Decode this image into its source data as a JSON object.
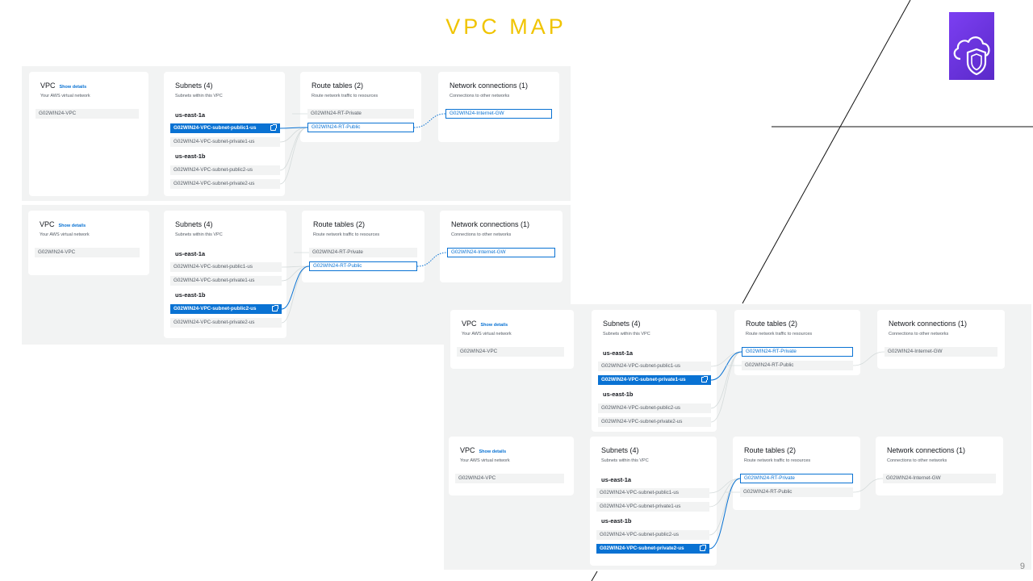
{
  "slide": {
    "title": "VPC MAP",
    "page_number": "9"
  },
  "colors": {
    "title": "#f0c400",
    "selected": "#0972d3",
    "panel_bg": "#f2f3f3",
    "logo": "#7c3ff2"
  },
  "logo": {
    "icon": "cloud-shield-icon"
  },
  "common": {
    "vpc_title": "VPC",
    "show_details": "Show details",
    "vpc_subtitle": "Your AWS virtual network",
    "vpc_name": "G02WIN24-VPC",
    "subnets_title": "Subnets (4)",
    "subnets_subtitle": "Subnets within this VPC",
    "az_a": "us-east-1a",
    "az_b": "us-east-1b",
    "subnet_public1": "G02WIN24-VPC-subnet-public1-us",
    "subnet_private1": "G02WIN24-VPC-subnet-private1-us",
    "subnet_public2": "G02WIN24-VPC-subnet-public2-us",
    "subnet_private2": "G02WIN24-VPC-subnet-private2-us",
    "route_tables_title": "Route tables (2)",
    "route_tables_subtitle": "Route network traffic to resources",
    "rt_private": "G02WIN24-RT-Private",
    "rt_public": "G02WIN24-RT-Public",
    "network_title": "Network connections (1)",
    "network_subtitle": "Connections to other networks",
    "internet_gw": "G02WIN24-Internet-GW"
  },
  "maps": [
    {
      "selected_subnet": "public1",
      "highlighted_route": "public",
      "gateway_highlighted": true
    },
    {
      "selected_subnet": "public2",
      "highlighted_route": "public",
      "gateway_highlighted": true
    },
    {
      "selected_subnet": "private1",
      "highlighted_route": "private",
      "gateway_highlighted": false
    },
    {
      "selected_subnet": "private2",
      "highlighted_route": "private",
      "gateway_highlighted": false
    }
  ]
}
